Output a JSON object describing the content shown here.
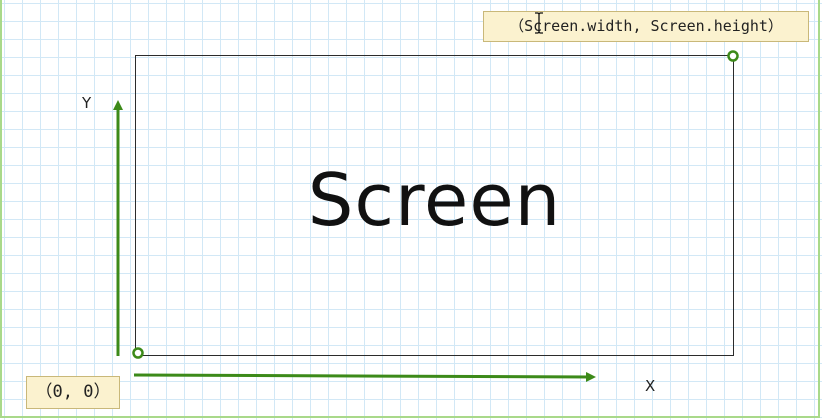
{
  "canvas": {
    "grid": true,
    "grid_color": "#d2e8f6",
    "border_color": "#a9d98a"
  },
  "diagram": {
    "rectangle_label": "Screen",
    "top_right_coordinate": "（Screen.width, Screen.height）",
    "origin_coordinate": "（0, 0）",
    "x_axis_label": "X",
    "y_axis_label": "Y",
    "axis_color": "#3c8a19",
    "point_marker_color": "#3c8a19",
    "coordinate_box_color": "#fbf2cf"
  },
  "icons": {
    "cursor": "text-cursor-icon",
    "origin_point": "circle-marker-icon",
    "corner_point": "circle-marker-icon"
  }
}
